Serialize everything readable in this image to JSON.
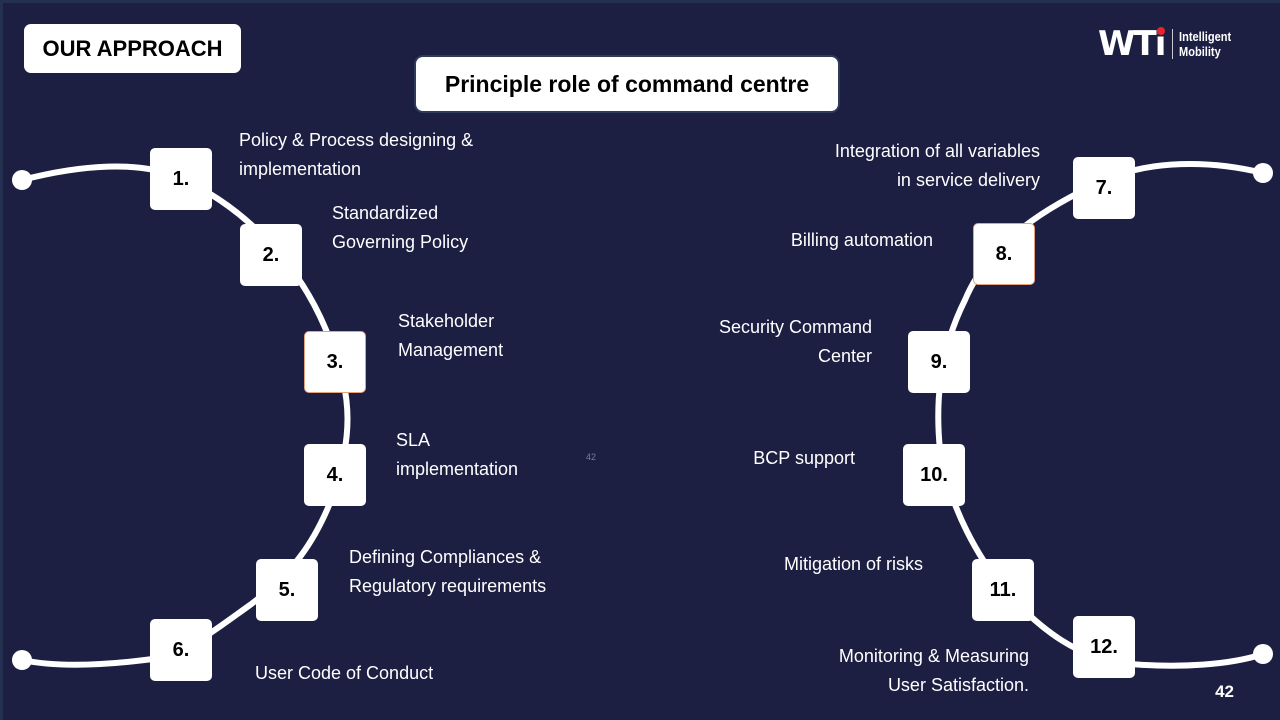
{
  "header": {
    "badge": "OUR APPROACH",
    "title": "Principle role of command centre"
  },
  "logo": {
    "mark": "WTi",
    "line1": "Intelligent",
    "line2": "Mobility",
    "accent_color": "#e8232b"
  },
  "colors": {
    "background": "#1c1f42",
    "node_fill": "#ffffff",
    "node_highlight_border": "#e8a27a",
    "text": "#ffffff"
  },
  "steps_left": [
    {
      "number": "1.",
      "label": "Policy & Process designing &\nimplementation"
    },
    {
      "number": "2.",
      "label": "Standardized\nGoverning Policy"
    },
    {
      "number": "3.",
      "label": "Stakeholder\nManagement",
      "highlighted": true
    },
    {
      "number": "4.",
      "label": "SLA\nimplementation"
    },
    {
      "number": "5.",
      "label": "Defining Compliances &\nRegulatory requirements"
    },
    {
      "number": "6.",
      "label": "User Code of Conduct"
    }
  ],
  "steps_right": [
    {
      "number": "7.",
      "label": "Integration of all variables\nin service delivery"
    },
    {
      "number": "8.",
      "label": "Billing automation",
      "highlighted": true
    },
    {
      "number": "9.",
      "label": "Security Command\nCenter"
    },
    {
      "number": "10.",
      "label": "BCP support"
    },
    {
      "number": "11.",
      "label": "Mitigation of risks"
    },
    {
      "number": "12.",
      "label": "Monitoring & Measuring\nUser Satisfaction."
    }
  ],
  "footer": {
    "page_number": "42",
    "faint_page_number": "42"
  }
}
